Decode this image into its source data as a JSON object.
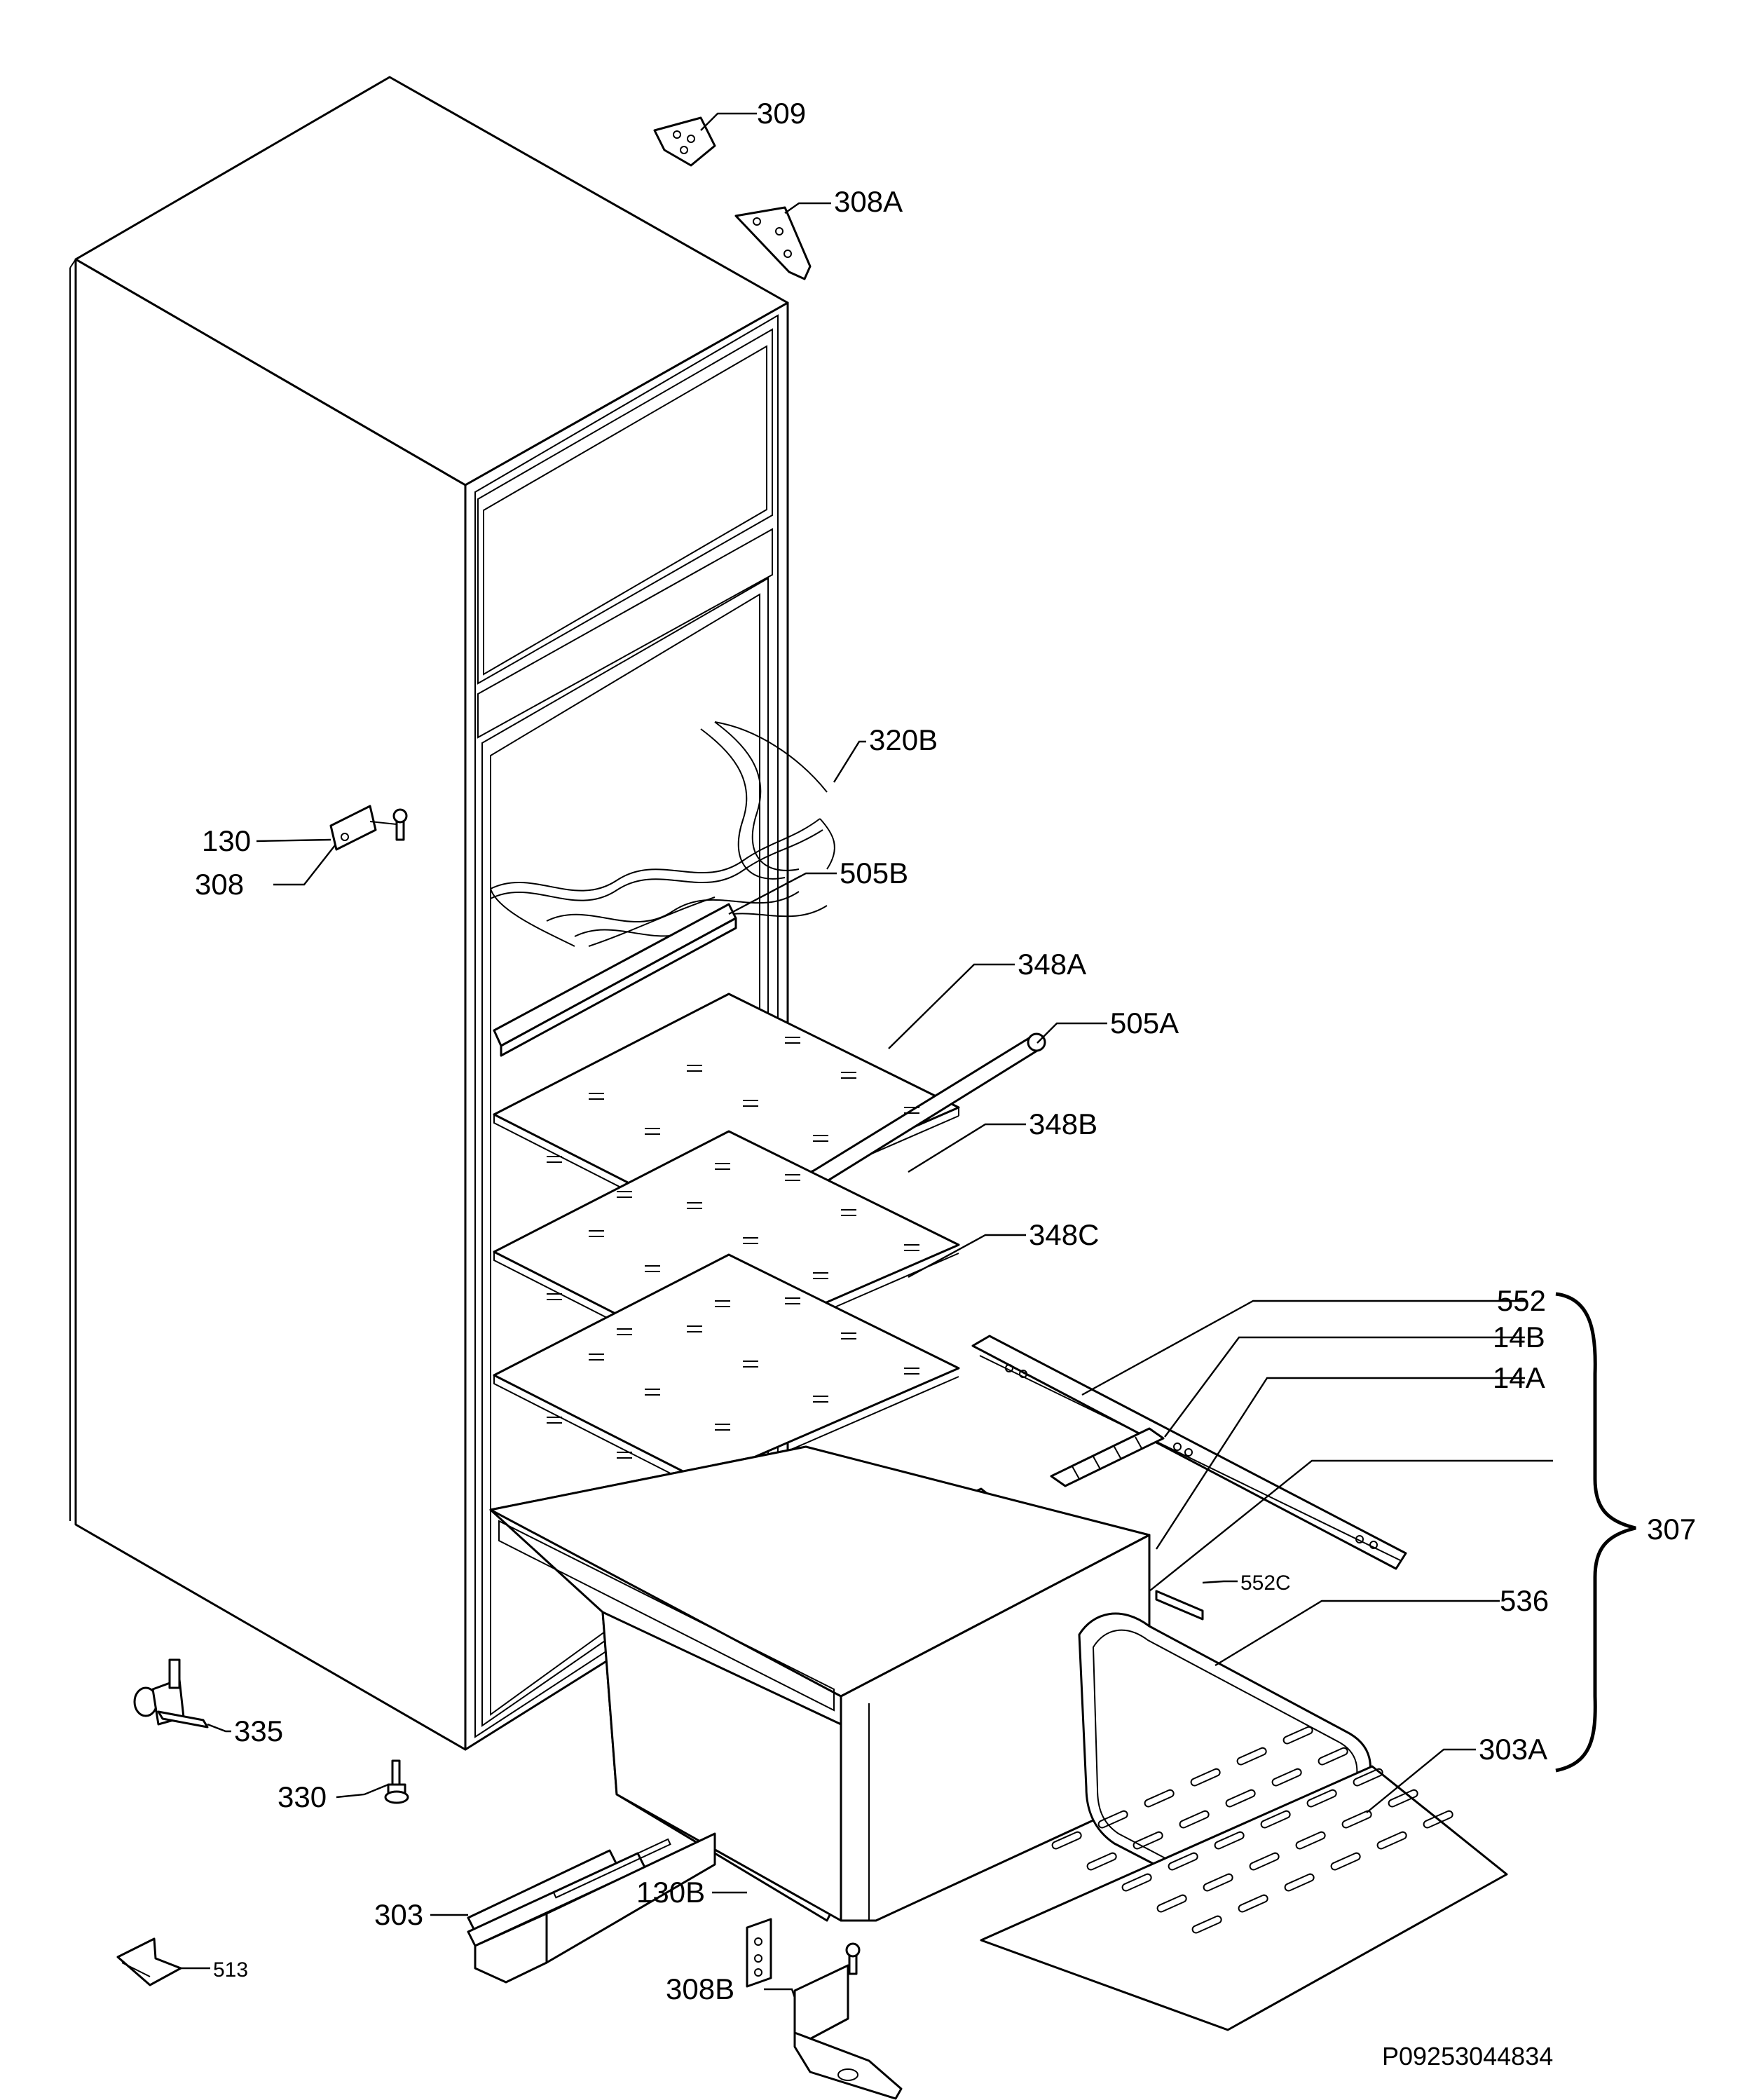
{
  "labels": {
    "p309": "309",
    "p308A": "308A",
    "p320B": "320B",
    "p130": "130",
    "p308": "308",
    "p505B": "505B",
    "p348A": "348A",
    "p505A": "505A",
    "p348B": "348B",
    "p348C": "348C",
    "p552": "552",
    "p14B": "14B",
    "p14A": "14A",
    "p307": "307",
    "p552C": "552C",
    "p536": "536",
    "p303A": "303A",
    "p335": "335",
    "p330": "330",
    "p303": "303",
    "p130B": "130B",
    "p308B": "308B",
    "p513": "513"
  },
  "drawing_code": "P09253044834"
}
